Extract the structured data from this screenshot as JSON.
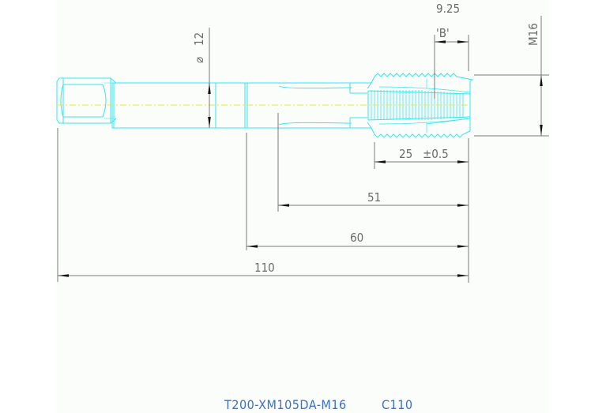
{
  "drawing": {
    "part_number": "T200-XM105DA-M16",
    "code": "C110",
    "colors": {
      "outline": "#33e6f2",
      "centerline": "#e8e840",
      "dimension": "#7a7a7a",
      "arrow": "#111111",
      "caption": "#3a6fd0",
      "panel_bg": "#fbfdfb"
    },
    "dimensions": {
      "shank_diameter": {
        "symbol": "⌀",
        "value": "12"
      },
      "thread_size": "M16",
      "chamfer_label": "'B'",
      "chamfer_length": "9.25",
      "thread_length": "25",
      "thread_tolerance": "±0.5",
      "flute_length": "51",
      "neck_length": "60",
      "overall_length": "110"
    }
  }
}
